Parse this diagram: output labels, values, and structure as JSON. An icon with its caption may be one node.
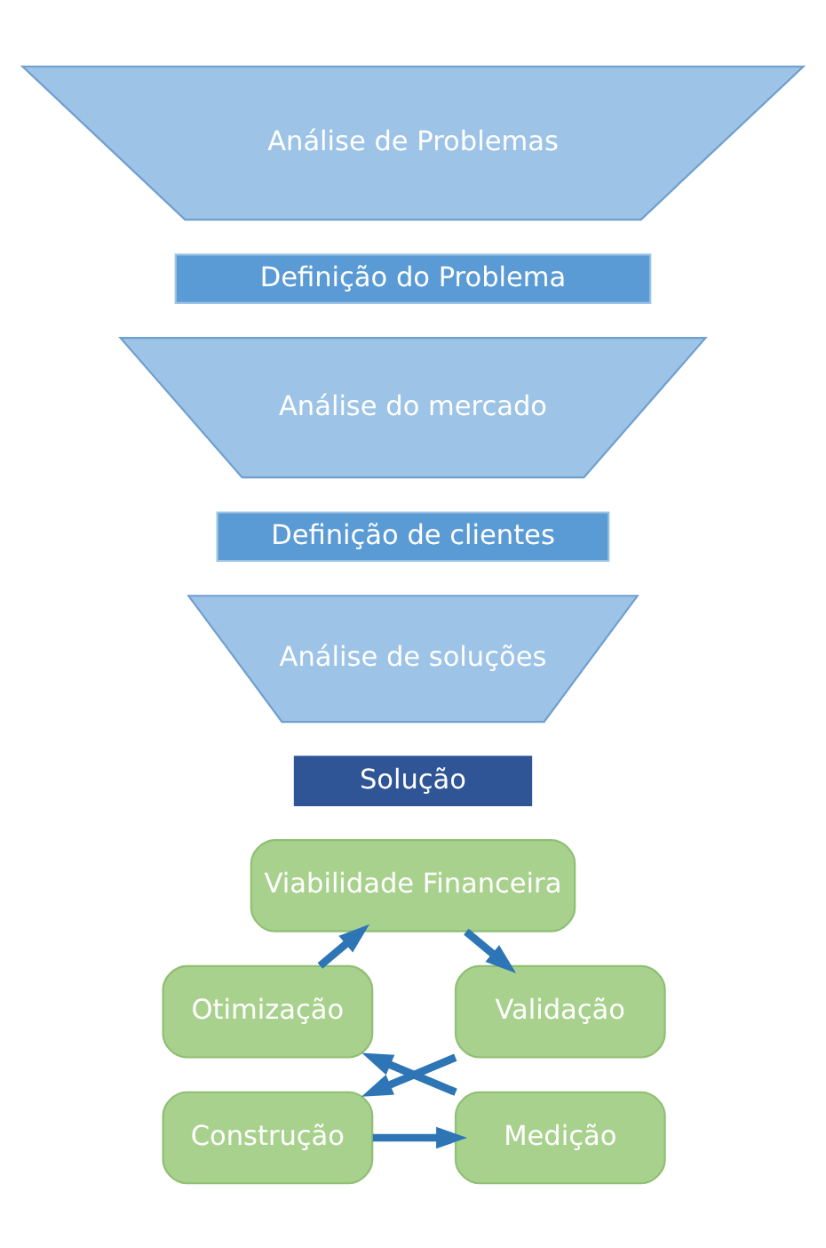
{
  "diagram": {
    "nodes": [
      {
        "text": [
          "Análise de Problemas"
        ]
      },
      {
        "text": [
          "Definição do Problema"
        ]
      },
      {
        "text": [
          "Análise do mercado"
        ]
      },
      {
        "text": [
          "Definição de clientes"
        ]
      },
      {
        "text": [
          "Análise de soluções"
        ]
      },
      {
        "text": [
          "Solução"
        ]
      },
      {
        "text": [
          "Viabilidade Financeira"
        ]
      },
      {
        "text": [
          "Validação"
        ]
      },
      {
        "text": [
          "Construção"
        ]
      },
      {
        "text": [
          "Medição"
        ]
      },
      {
        "text": [
          "Otimização"
        ]
      }
    ],
    "edges": [
      {
        "from": 6,
        "to": 7,
        "arrow": "to"
      },
      {
        "from": 7,
        "to": 8,
        "arrow": "to"
      },
      {
        "from": 8,
        "to": 9,
        "arrow": "to"
      },
      {
        "from": 9,
        "to": 10,
        "arrow": "to"
      },
      {
        "from": 10,
        "to": 6,
        "arrow": "to"
      }
    ]
  }
}
